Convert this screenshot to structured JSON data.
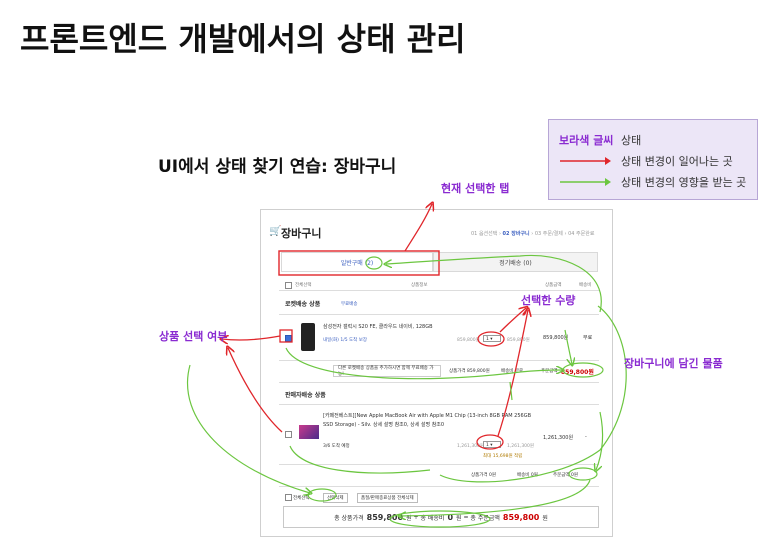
{
  "slide_title": "프론트엔드 개발에서의 상태 관리",
  "subtitle": "UI에서 상태 찾기 연습: 장바구니",
  "legend": {
    "purple_label": "보라색 글씨",
    "purple_desc": "상태",
    "red_desc": "상태 변경이 일어나는 곳",
    "green_desc": "상태 변경의 영향을 받는 곳",
    "colors": {
      "purple": "#8a2bd1",
      "red": "#e0262b",
      "green": "#6cc640"
    }
  },
  "annotations": {
    "current_tab": "현재 선택한 탭",
    "selected_qty": "선택한 수량",
    "product_selected": "상품 선택 여부",
    "cart_items": "장바구니에 담긴 물품"
  },
  "cart": {
    "title": "장바구니",
    "steps": {
      "s1": "01 옵션선택",
      "s2": "02 장바구니",
      "s3": "03 주문/결제",
      "s4": "04 주문완료"
    },
    "tab_general": "일반구매 (2)",
    "tab_regular": "정기배송 (0)",
    "header": {
      "select_all": "전체선택",
      "product_info": "상품정보",
      "amount": "상품금액",
      "shipping": "배송비"
    },
    "section_rocket": "로켓배송 상품",
    "rocket_note": "무료배송",
    "item1": {
      "name": "삼성전자 갤럭시 S20 FE, 클라우드 네이비, 128GB",
      "delivery": "내일(화) 1/5 도착 보장",
      "orig_price": "859,800원",
      "qty": "1",
      "subtotal": "859,800원",
      "shipping": "무료"
    },
    "rocket_summary": {
      "more_btn": "다른 로켓배송 상품을 추가하시면 함께 무료배송 가능!",
      "goods": "상품가격 859,800원",
      "ship": "배송비 무료",
      "total_label": "주문금액",
      "total": "859,800원"
    },
    "section_seller": "판매자배송 상품",
    "item2": {
      "name": "[카페전베스트][New Apple MacBook Air with Apple M1 Chip (13-inch 8GB RAM 256GB SSD Storage) - Silv. 상세 설명 참조0, 상세 설명 참조0",
      "delivery": "3/6 도착 예정",
      "orig_price": "1,261,300원",
      "qty": "1",
      "subtotal": "1,261,300원",
      "points": "최대 15,698원 적립",
      "shipping": "-"
    },
    "seller_summary": {
      "goods": "상품가격 0원",
      "ship": "배송비 0원",
      "total": "주문금액 0원"
    },
    "bottom": {
      "select_all": "전체선택",
      "delete_btn": "선택삭제",
      "soldout_btn": "품절/판매종료상품 전체삭제"
    },
    "total_bar": {
      "goods_label": "총 상품가격",
      "goods_value": "859,800",
      "ship_label": "총 배송비",
      "ship_value": "0",
      "order_label": "총 주문금액",
      "order_value": "859,800",
      "won": "원"
    }
  }
}
